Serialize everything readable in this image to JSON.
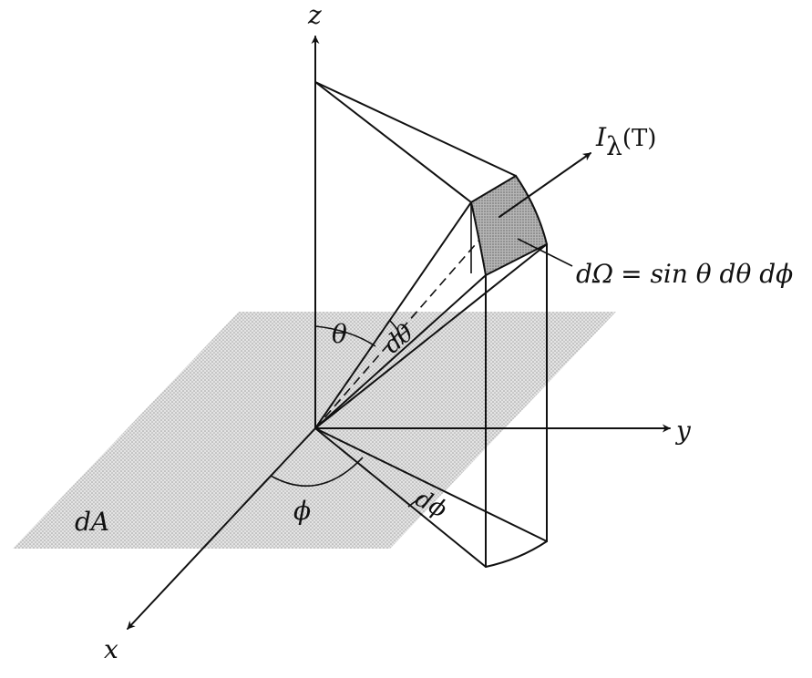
{
  "figure": {
    "labels": {
      "z_axis": "z",
      "y_axis": "y",
      "x_axis": "x",
      "intensity": "I",
      "intensity_sub": "λ",
      "intensity_arg": "(T)",
      "solid_angle_lhs": "dΩ",
      "solid_angle_rhs": "= sin θ dθ dϕ",
      "theta": "θ",
      "d_theta": "dθ",
      "phi": "ϕ",
      "d_phi": "dϕ",
      "area": "dA"
    },
    "colors": {
      "ink": "#111111",
      "plane_fill": "#d6d6d6",
      "patch_fill": "#9a9a9a",
      "background": "#ffffff"
    }
  }
}
